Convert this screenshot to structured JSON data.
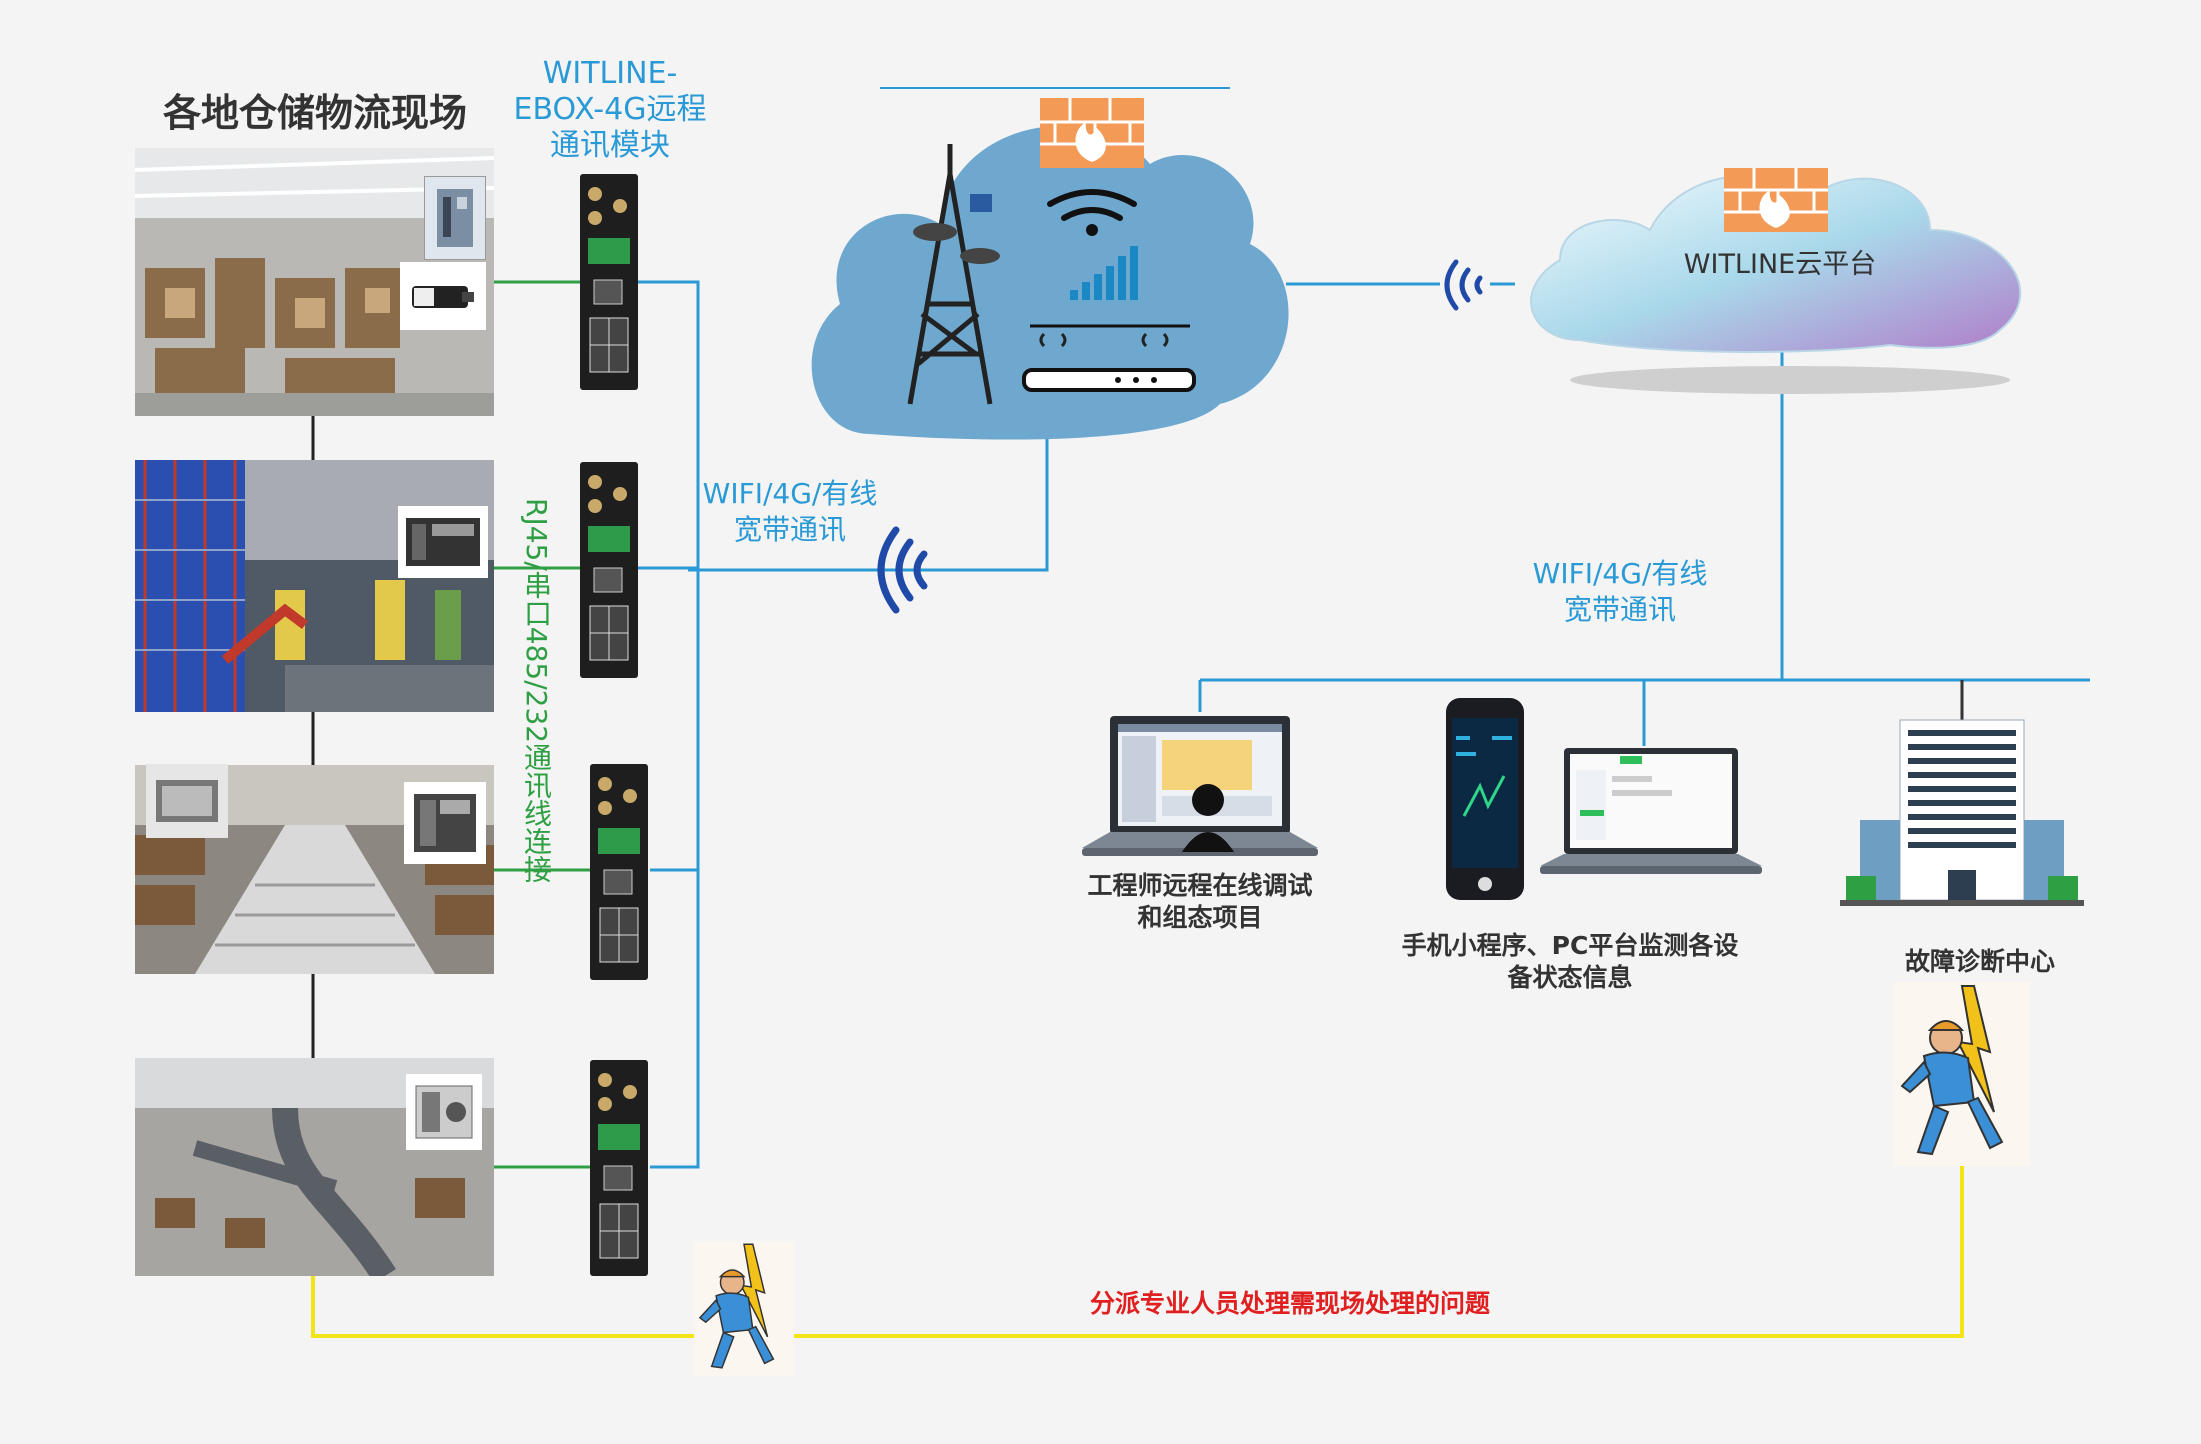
{
  "title": "各地仓储物流现场",
  "module_label": [
    "WITLINE-",
    "EBOX-4G远程",
    "通讯模块"
  ],
  "wiring_label": "RJ45/串口485/232通讯线连接",
  "network_label_left": [
    "WIFI/4G/有线",
    "宽带通讯"
  ],
  "network_label_right": [
    "WIFI/4G/有线",
    "宽带通讯"
  ],
  "cloud_platform": "WITLINE云平台",
  "engineer_caption": [
    "工程师远程在线调试",
    "和组态项目"
  ],
  "monitor_caption": [
    "手机小程序、PC平台监测各设",
    "备状态信息"
  ],
  "diagnosis_caption": "故障诊断中心",
  "dispatch_caption": "分派专业人员处理需现场处理的问题",
  "icons": [
    "warehouse-photo",
    "iot-gateway-icon",
    "firewall-icon",
    "cell-tower-icon",
    "wifi-router-icon",
    "laptop-icon",
    "smartphone-icon",
    "office-building-icon",
    "repairman-icon",
    "wireless-signal-icon"
  ],
  "colors": {
    "blue_link": "#2a9ad6",
    "green_link": "#2ea043",
    "yellow_link": "#f3e41a",
    "alert": "#e02020"
  }
}
